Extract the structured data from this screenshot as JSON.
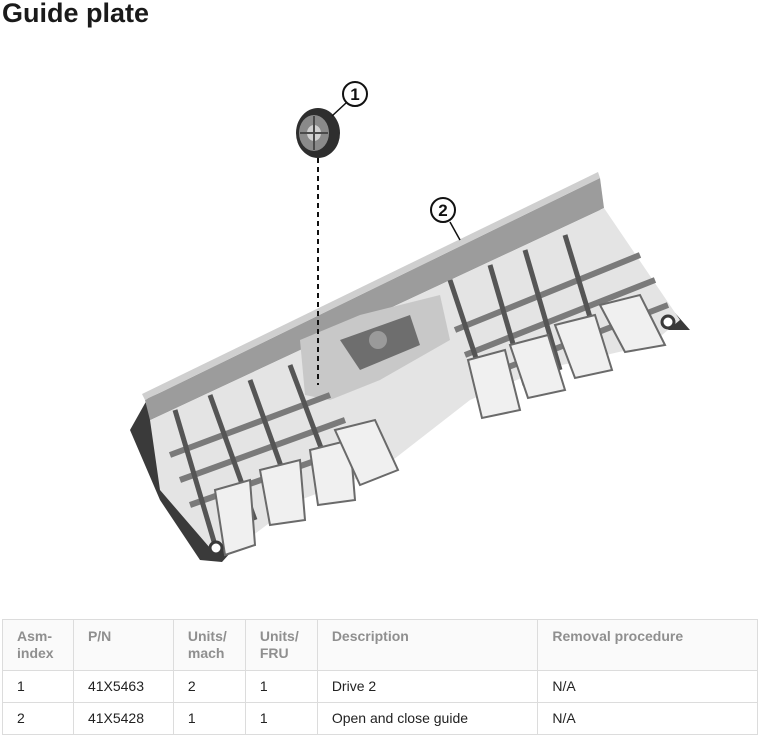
{
  "title": "Guide plate",
  "callouts": [
    "1",
    "2"
  ],
  "table": {
    "headers": [
      "Asm-\nindex",
      "P/N",
      "Units/\nmach",
      "Units/\nFRU",
      "Description",
      "Removal procedure"
    ],
    "rows": [
      [
        "1",
        "41X5463",
        "2",
        "1",
        "Drive 2",
        "N/A"
      ],
      [
        "2",
        "41X5428",
        "1",
        "1",
        "Open and close guide",
        "N/A"
      ]
    ]
  }
}
